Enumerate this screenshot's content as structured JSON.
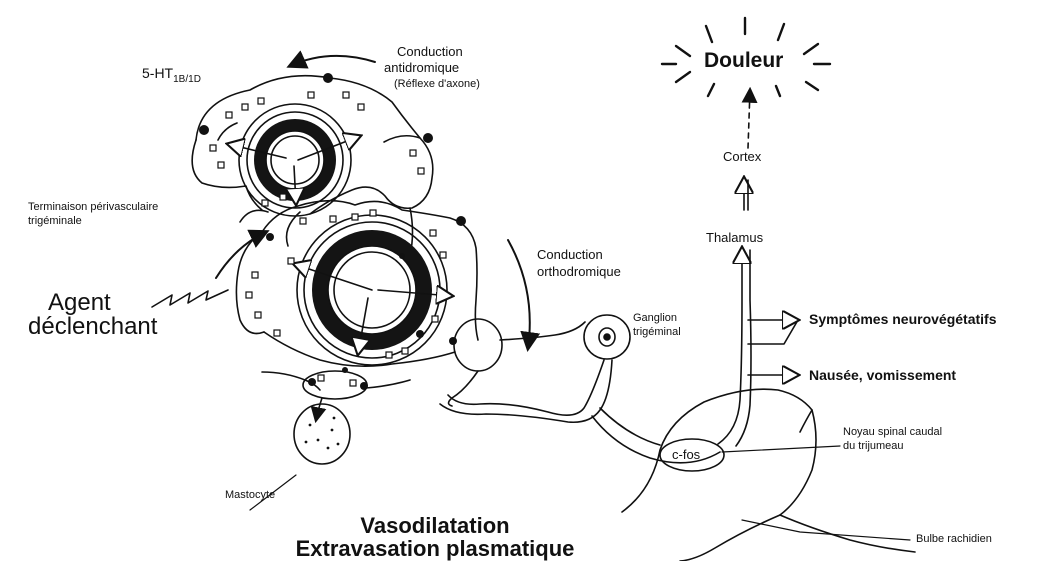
{
  "labels": {
    "receptor": "5-HT",
    "receptor_sub": "1B/1D",
    "conduction_anti_1": "Conduction",
    "conduction_anti_2": "antidromique",
    "conduction_anti_3": "(Réflexe d'axone)",
    "terminaison_1": "Terminaison périvasculaire",
    "terminaison_2": "trigéminale",
    "agent_1": "Agent",
    "agent_2": "déclenchant",
    "conduction_ortho_1": "Conduction",
    "conduction_ortho_2": "orthodromique",
    "ganglion_1": "Ganglion",
    "ganglion_2": "trigéminal",
    "mastocyte": "Mastocyte",
    "douleur": "Douleur",
    "cortex": "Cortex",
    "thalamus": "Thalamus",
    "symptomes": "Symptômes neurovégétatifs",
    "nausee": "Nausée, vomissement",
    "cfos": "c-fos",
    "noyau_1": "Noyau spinal caudal",
    "noyau_2": "du trijumeau",
    "bulbe": "Bulbe rachidien",
    "vaso_1": "Vasodilatation",
    "vaso_2": "Extravasation plasmatique"
  },
  "colors": {
    "ink": "#111111",
    "background": "#ffffff"
  }
}
